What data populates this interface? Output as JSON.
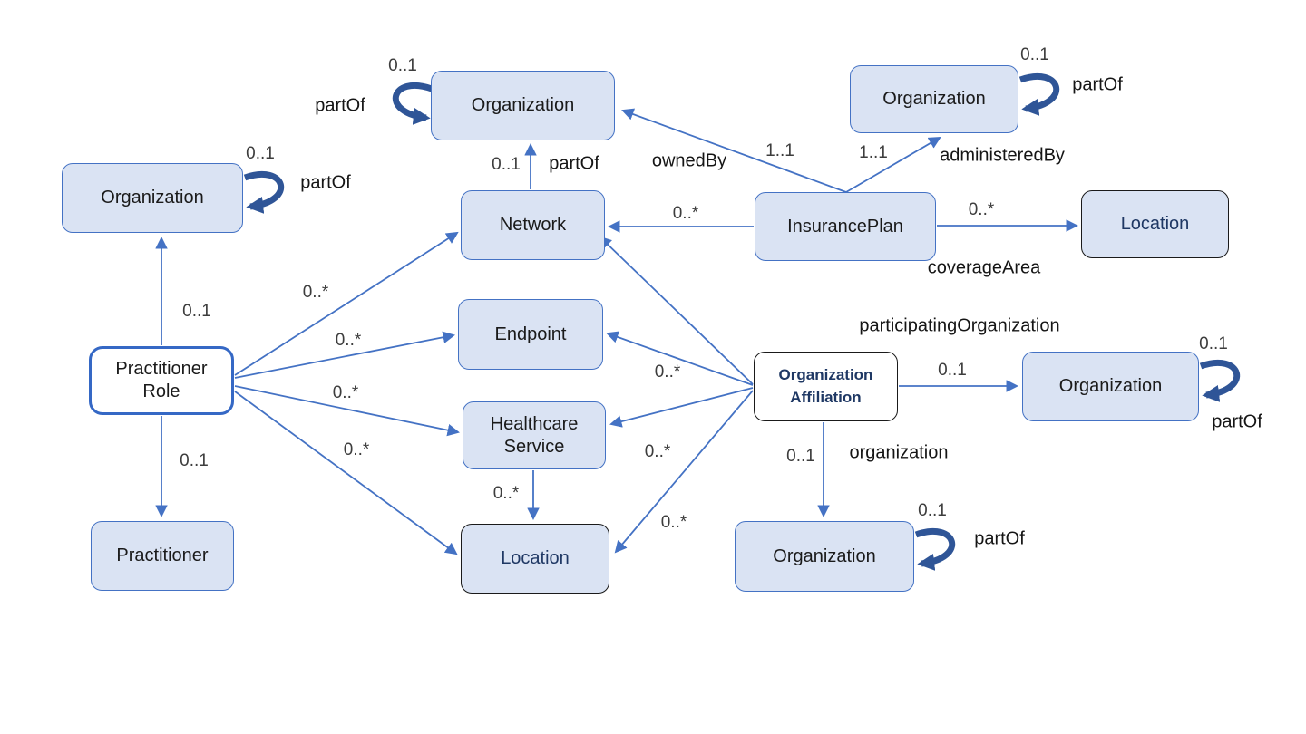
{
  "diagram": {
    "type": "entity-relationship-diagram",
    "colors": {
      "node_fill": "#dae3f3",
      "node_border": "#4472c4",
      "arrow": "#4472c4",
      "self_loop_arrow": "#2f5597",
      "navy_text": "#1f3864"
    },
    "nodes": [
      {
        "id": "organization-top-left",
        "label": "Organization"
      },
      {
        "id": "practitioner-role",
        "label": "Practitioner\nRole"
      },
      {
        "id": "practitioner",
        "label": "Practitioner"
      },
      {
        "id": "organization-top-mid",
        "label": "Organization"
      },
      {
        "id": "network",
        "label": "Network"
      },
      {
        "id": "insurance-plan",
        "label": "InsurancePlan"
      },
      {
        "id": "organization-top-right",
        "label": "Organization"
      },
      {
        "id": "location-top-right",
        "label": "Location"
      },
      {
        "id": "endpoint",
        "label": "Endpoint"
      },
      {
        "id": "healthcare-service",
        "label": "Healthcare\nService"
      },
      {
        "id": "location-mid",
        "label": "Location"
      },
      {
        "id": "organization-affiliation",
        "label": "Organization\nAffiliation"
      },
      {
        "id": "organization-right",
        "label": "Organization"
      },
      {
        "id": "organization-bottom",
        "label": "Organization"
      }
    ],
    "edges": [
      {
        "from": "practitioner-role",
        "to": "organization-top-left",
        "label": "",
        "multiplicity": "0..1"
      },
      {
        "from": "practitioner-role",
        "to": "practitioner",
        "label": "",
        "multiplicity": "0..1"
      },
      {
        "from": "practitioner-role",
        "to": "network",
        "label": "",
        "multiplicity": "0..*"
      },
      {
        "from": "practitioner-role",
        "to": "endpoint",
        "label": "",
        "multiplicity": "0..*"
      },
      {
        "from": "practitioner-role",
        "to": "healthcare-service",
        "label": "",
        "multiplicity": "0..*"
      },
      {
        "from": "practitioner-role",
        "to": "location-mid",
        "label": "",
        "multiplicity": "0..*"
      },
      {
        "from": "network",
        "to": "organization-top-mid",
        "label": "partOf",
        "multiplicity": "0..1"
      },
      {
        "from": "insurance-plan",
        "to": "organization-top-mid",
        "label": "ownedBy",
        "multiplicity": "1..1"
      },
      {
        "from": "insurance-plan",
        "to": "organization-top-right",
        "label": "administeredBy",
        "multiplicity": "1..1"
      },
      {
        "from": "insurance-plan",
        "to": "network",
        "label": "",
        "multiplicity": "0..*"
      },
      {
        "from": "insurance-plan",
        "to": "location-top-right",
        "label": "coverageArea",
        "multiplicity": "0..*"
      },
      {
        "from": "organization-affiliation",
        "to": "network",
        "label": "",
        "multiplicity": ""
      },
      {
        "from": "organization-affiliation",
        "to": "endpoint",
        "label": "",
        "multiplicity": "0..*"
      },
      {
        "from": "organization-affiliation",
        "to": "healthcare-service",
        "label": "",
        "multiplicity": "0..*"
      },
      {
        "from": "organization-affiliation",
        "to": "location-mid",
        "label": "",
        "multiplicity": "0..*"
      },
      {
        "from": "organization-affiliation",
        "to": "organization-right",
        "label": "participatingOrganization",
        "multiplicity": "0..1"
      },
      {
        "from": "organization-affiliation",
        "to": "organization-bottom",
        "label": "organization",
        "multiplicity": "0..1"
      },
      {
        "from": "healthcare-service",
        "to": "location-mid",
        "label": "",
        "multiplicity": "0..*"
      },
      {
        "from": "organization-top-left",
        "to": "organization-top-left",
        "label": "partOf",
        "multiplicity": "0..1"
      },
      {
        "from": "organization-top-mid",
        "to": "organization-top-mid",
        "label": "partOf",
        "multiplicity": "0..1"
      },
      {
        "from": "organization-top-right",
        "to": "organization-top-right",
        "label": "partOf",
        "multiplicity": "0..1"
      },
      {
        "from": "organization-right",
        "to": "organization-right",
        "label": "partOf",
        "multiplicity": "0..1"
      },
      {
        "from": "organization-bottom",
        "to": "organization-bottom",
        "label": "partOf",
        "multiplicity": "0..1"
      }
    ]
  }
}
